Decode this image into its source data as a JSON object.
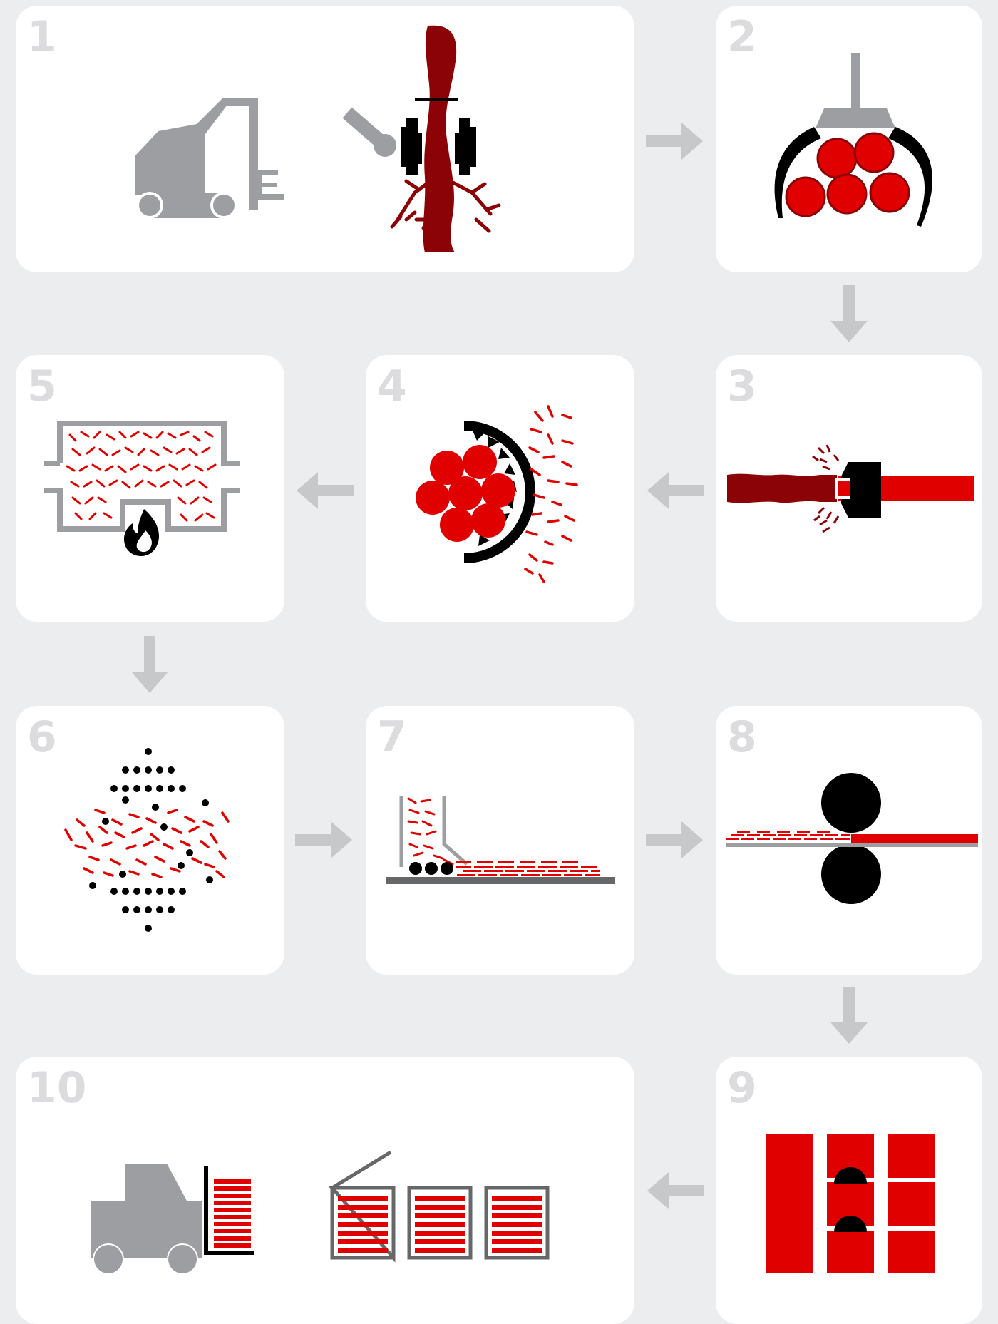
{
  "steps": [
    {
      "number": "1"
    },
    {
      "number": "2"
    },
    {
      "number": "3"
    },
    {
      "number": "4"
    },
    {
      "number": "5"
    },
    {
      "number": "6"
    },
    {
      "number": "7"
    },
    {
      "number": "8"
    },
    {
      "number": "9"
    },
    {
      "number": "10"
    }
  ],
  "colors": {
    "background": "#ecedef",
    "panel": "#ffffff",
    "number": "#dcdcde",
    "arrow": "#c7c8ca",
    "red": "#e10000",
    "dark_red": "#8b0306",
    "grey": "#9d9ea1",
    "black": "#000000"
  },
  "icons": [
    "harvester-machine-icon",
    "felling-head-icon",
    "log-grapple-icon",
    "debarker-icon",
    "chipper-drum-icon",
    "chip-dryer-icon",
    "chip-screening-icon",
    "mat-forming-icon",
    "hot-press-rollers-icon",
    "board-cutting-icon",
    "forklift-icon",
    "warehouse-icon"
  ]
}
